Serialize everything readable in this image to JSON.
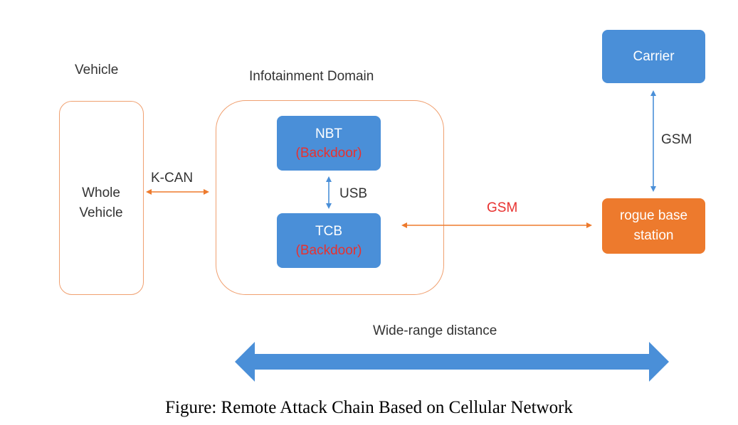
{
  "labels": {
    "vehicle": "Vehicle",
    "infotainment_domain": "Infotainment Domain",
    "k_can": "K-CAN",
    "usb": "USB",
    "gsm_vertical": "GSM",
    "gsm_horizontal": "GSM",
    "wide_range": "Wide-range distance"
  },
  "nodes": {
    "whole_vehicle_line1": "Whole",
    "whole_vehicle_line2": "Vehicle",
    "nbt_title": "NBT",
    "nbt_sub": "(Backdoor)",
    "tcb_title": "TCB",
    "tcb_sub": "(Backdoor)",
    "carrier": "Carrier",
    "rogue_line1": "rogue base",
    "rogue_line2": "station"
  },
  "caption": "Figure: Remote Attack Chain Based on Cellular Network",
  "colors": {
    "blue_box": "#4a8fd8",
    "orange_box": "#ed7a2d",
    "outline": "#f0a070",
    "backdoor_text": "#e8312f",
    "gsm_text": "#e8312f",
    "big_arrow": "#4a8fd8"
  }
}
